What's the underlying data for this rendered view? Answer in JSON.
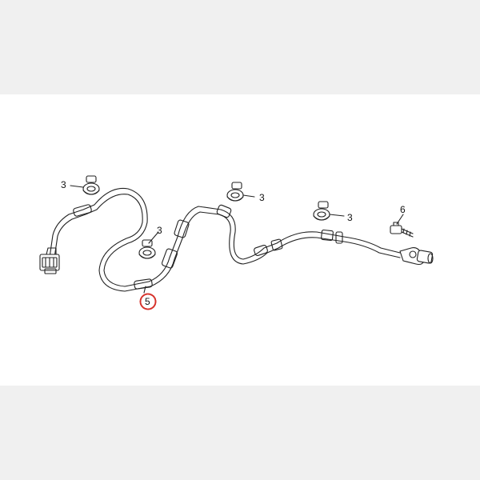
{
  "diagram": {
    "callouts": [
      {
        "id": "clip-left",
        "label": "3"
      },
      {
        "id": "clip-center-low",
        "label": "3"
      },
      {
        "id": "clip-center-top",
        "label": "3"
      },
      {
        "id": "clip-right",
        "label": "3"
      },
      {
        "id": "bolt",
        "label": "6"
      },
      {
        "id": "sensor-harness",
        "label": "5",
        "highlighted": true
      }
    ],
    "colors": {
      "line": "#222222",
      "highlight": "#d6312a",
      "background": "#ffffff",
      "band": "#f0f0f0"
    }
  }
}
